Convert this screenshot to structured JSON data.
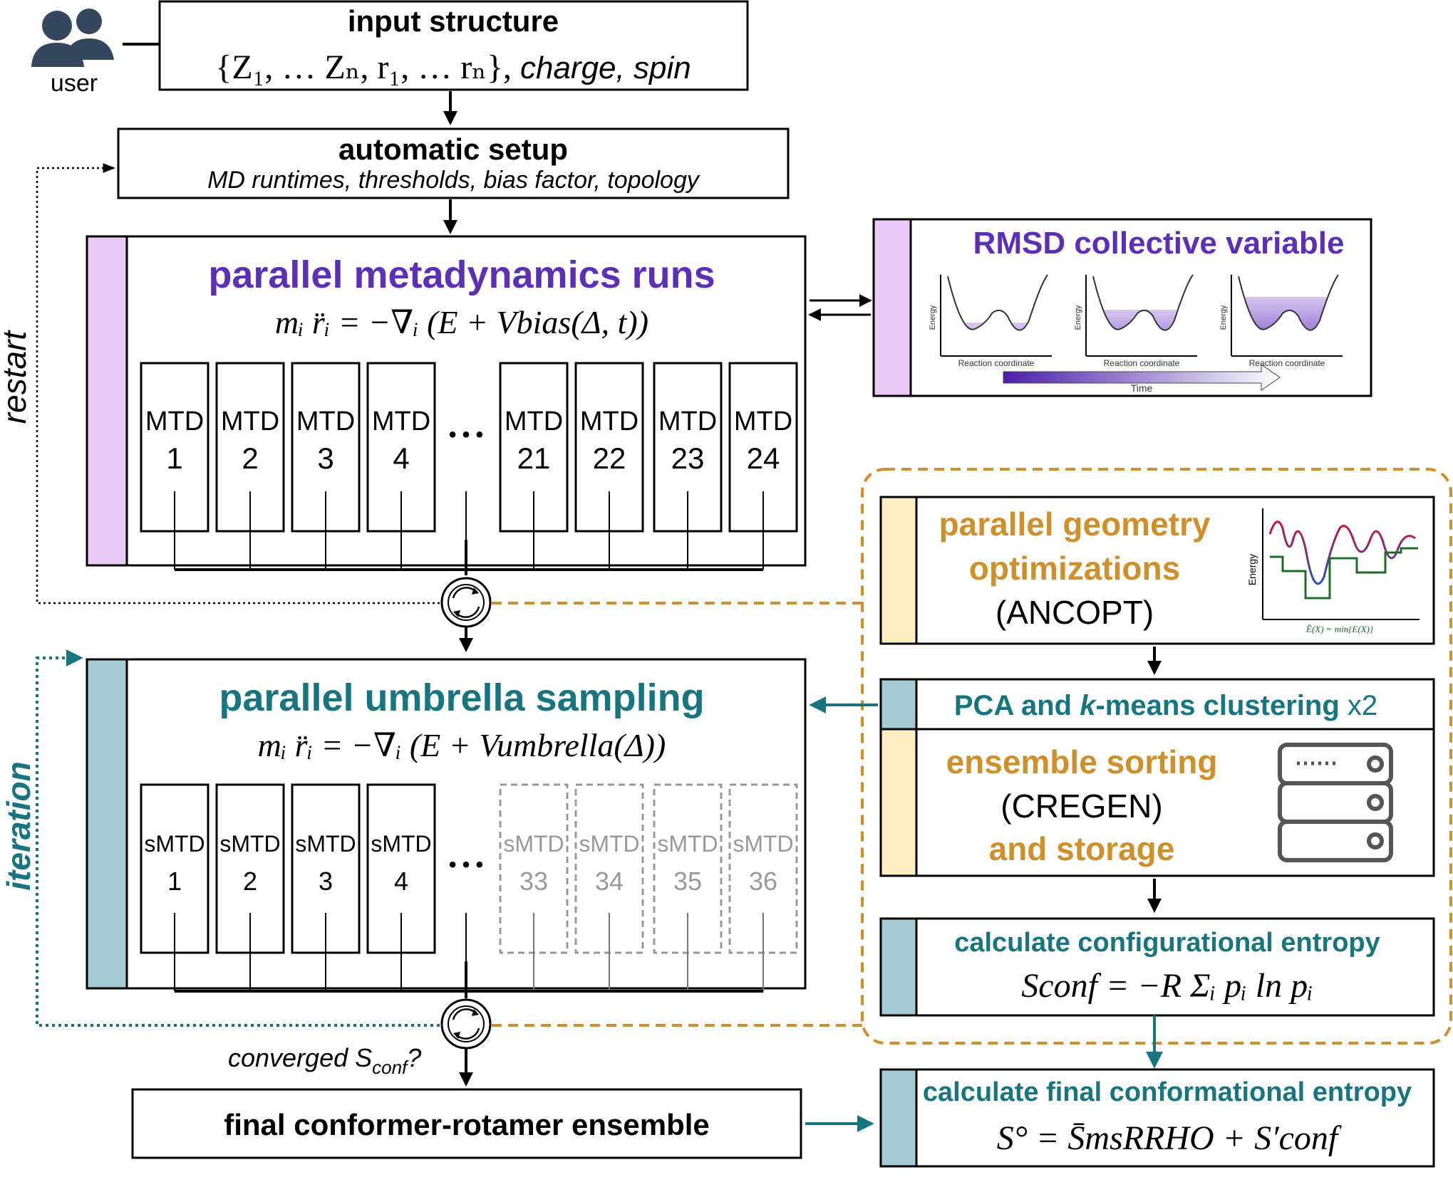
{
  "colors": {
    "purple": "#5b2fb6",
    "purple_bar": "#e9c8f7",
    "teal": "#177580",
    "teal_bar": "#a3cbd1",
    "gold": "#cf8f2a",
    "gold_bar": "#fdedc0",
    "dashed_gray": "#999999"
  },
  "user": {
    "label": "user",
    "icon": "users-icon"
  },
  "input": {
    "title": "input structure",
    "formula": "{Z₁, … Zₙ, r₁, … rₙ}, ",
    "suffix": "charge, spin"
  },
  "setup": {
    "title": "automatic setup",
    "subtitle": "MD runtimes, thresholds, bias factor, topology"
  },
  "side_labels": {
    "restart": "restart",
    "iteration": "iteration"
  },
  "mtd": {
    "title": "parallel metadynamics runs",
    "equation": "mᵢ r̈ᵢ = −∇ᵢ (E + Vbias(Δ, t))",
    "boxes": [
      {
        "l1": "MTD",
        "l2": "1"
      },
      {
        "l1": "MTD",
        "l2": "2"
      },
      {
        "l1": "MTD",
        "l2": "3"
      },
      {
        "l1": "MTD",
        "l2": "4"
      },
      {
        "l1": "MTD",
        "l2": "21"
      },
      {
        "l1": "MTD",
        "l2": "22"
      },
      {
        "l1": "MTD",
        "l2": "23"
      },
      {
        "l1": "MTD",
        "l2": "24"
      }
    ],
    "dots": "• • •"
  },
  "rmsd": {
    "title": "RMSD collective variable",
    "ylabel": "Energy",
    "xlabel": "Reaction coordinate",
    "time": "Time"
  },
  "umbrella": {
    "title": "parallel umbrella sampling",
    "equation": "mᵢ r̈ᵢ = −∇ᵢ (E + Vumbrella(Δ))",
    "boxes": [
      {
        "l1": "sMTD",
        "l2": "1"
      },
      {
        "l1": "sMTD",
        "l2": "2"
      },
      {
        "l1": "sMTD",
        "l2": "3"
      },
      {
        "l1": "sMTD",
        "l2": "4"
      },
      {
        "l1": "sMTD",
        "l2": "33"
      },
      {
        "l1": "sMTD",
        "l2": "34"
      },
      {
        "l1": "sMTD",
        "l2": "35"
      },
      {
        "l1": "sMTD",
        "l2": "36"
      }
    ],
    "dots": "• • •"
  },
  "geom": {
    "line1": "parallel geometry",
    "line2": "optimizations",
    "line3": "(ANCOPT)",
    "plot_ylabel": "Energy",
    "plot_caption": "Ẽ(X) = min{E(X)}"
  },
  "pca": {
    "pre": "PCA and ",
    "k": "k",
    "post": "-means clustering ",
    "x2": "x2"
  },
  "sorting": {
    "line1": "ensemble sorting",
    "line2": "(CREGEN)",
    "line3": "and storage",
    "icon": "database-server-icon"
  },
  "confent": {
    "title": "calculate configurational entropy",
    "equation": "Sconf = −R Σᵢ pᵢ ln pᵢ"
  },
  "converged": {
    "text": "converged S",
    "sub": "conf",
    "q": "?"
  },
  "final": {
    "title": "final conformer-rotamer ensemble"
  },
  "finalent": {
    "title": "calculate final conformational entropy",
    "equation": "S° = S̄msRRHO + S′conf"
  }
}
